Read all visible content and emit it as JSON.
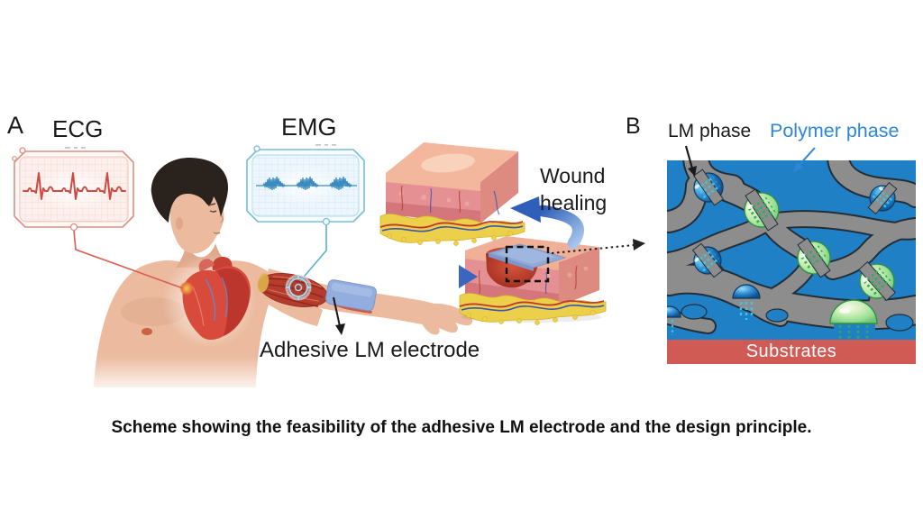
{
  "figure": {
    "panel_a": {
      "label": "A",
      "ecg_label": "ECG",
      "emg_label": "EMG",
      "wound_healing_label": "Wound healing",
      "electrode_label": "Adhesive LM electrode"
    },
    "panel_b": {
      "label": "B",
      "lm_phase_label": "LM phase",
      "polymer_phase_label": "Polymer phase",
      "substrates_label": "Substrates"
    },
    "caption": "Scheme showing the feasibility of the adhesive LM electrode and the design principle.",
    "colors": {
      "ecg_trace_red": "#cf4a42",
      "emg_trace_blue": "#3a8cc0",
      "polymer_phase_blue": "#2080c5",
      "lm_phase_gray": "#8b8b8b",
      "substrate_red": "#d05a54",
      "electrode_blue": "#92abd6",
      "polymer_label_blue": "#2e86d8"
    }
  }
}
